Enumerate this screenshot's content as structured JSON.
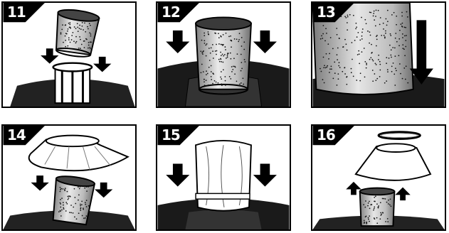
{
  "steps": [
    {
      "number": "11",
      "description_icon": "filter-cage-insert"
    },
    {
      "number": "12",
      "description_icon": "filter-press-down"
    },
    {
      "number": "13",
      "description_icon": "filter-twist-lock"
    },
    {
      "number": "14",
      "description_icon": "cloth-filter-lower"
    },
    {
      "number": "15",
      "description_icon": "cloth-filter-seated"
    },
    {
      "number": "16",
      "description_icon": "filter-ring-remove"
    }
  ],
  "colors": {
    "ink": "#000000",
    "paper": "#ffffff",
    "metal": "#b5b5b5",
    "metal_light": "#e0e0e0"
  }
}
